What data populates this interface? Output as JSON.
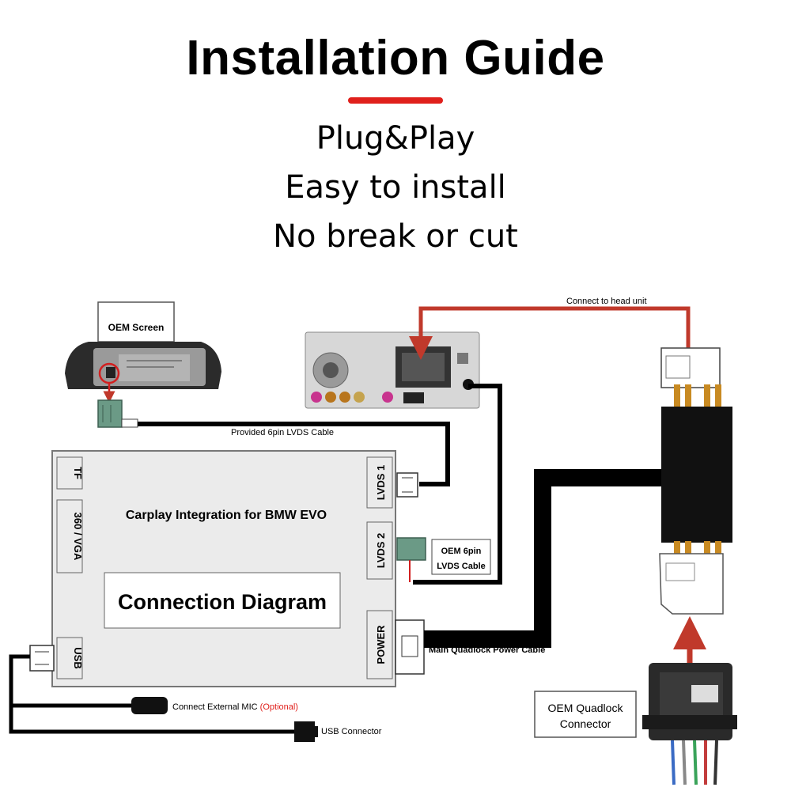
{
  "header": {
    "title": "Installation Guide",
    "taglines": [
      "Plug&Play",
      "Easy to install",
      "No break or cut"
    ],
    "accent_color": "#e0201c"
  },
  "diagram": {
    "module": {
      "title": "Carplay Integration for BMW EVO",
      "inner_label": "Connection Diagram",
      "ports_left": [
        "TF",
        "360 / VGA",
        "USB"
      ],
      "ports_right": [
        "LVDS 1",
        "LVDS 2",
        "POWER"
      ]
    },
    "oem_screen_label": "OEM Screen",
    "lvds_cable_label": "Provided 6pin LVDS Cable",
    "oem_lvds_label_line1": "OEM 6pin",
    "oem_lvds_label_line2": "LVDS Cable",
    "head_unit_label": "Connect to head unit",
    "power_cable_label": "Main Quadlock Power Cable",
    "quadlock_label_line1": "OEM Quadlock",
    "quadlock_label_line2": "Connector",
    "mic_label": "Connect External MIC",
    "mic_optional": "(Optional)",
    "usb_connector_label": "USB Connector",
    "colors": {
      "cable": "#000000",
      "head_unit_wire": "#c0392b",
      "arrow": "#c0392b",
      "module_fill": "#ebebeb",
      "optional_text": "#e0201c"
    }
  }
}
